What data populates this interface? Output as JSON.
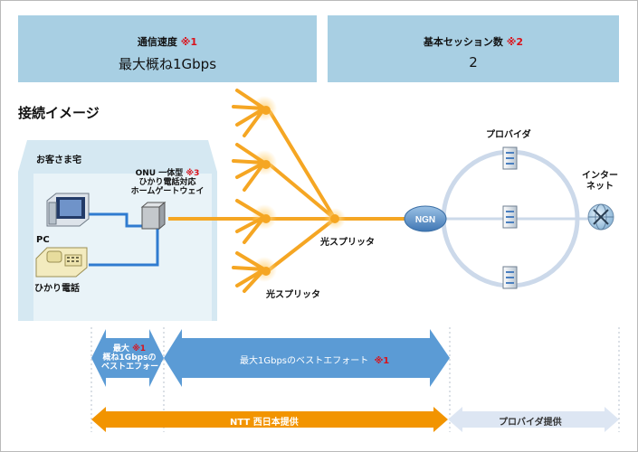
{
  "speed_box": {
    "label": "通信速度",
    "mark": "※1",
    "value": "最大概ね1Gbps"
  },
  "session_box": {
    "label": "基本セッション数",
    "mark": "※2",
    "value": "2"
  },
  "title": "接続イメージ",
  "home": {
    "label": "お客さま宅"
  },
  "onu": {
    "line1": "ONU 一体型",
    "mark": "※3",
    "line2": "ひかり電話対応",
    "line3": "ホームゲートウェイ"
  },
  "devices": {
    "pc": "PC",
    "phone": "ひかり電話"
  },
  "splitters": {
    "center": "光スプリッタ",
    "bottom": "光スプリッタ"
  },
  "ngn": "NGN",
  "provider": "プロバイダ",
  "internet": [
    "インター",
    "ネット"
  ],
  "arrows": {
    "small": [
      "最大",
      "概ね1Gbpsの",
      "ベストエフォート"
    ],
    "small_mark": "※1",
    "main": "最大1Gbpsのベストエフォート",
    "main_mark": "※1",
    "ntt": "NTT 西日本提供",
    "provider": "プロバイダ提供"
  },
  "colors": {
    "box": "#a8cfe3",
    "fiber": "#f5a623",
    "ntt_arrow": "#f29400",
    "speed_arrow": "#5b9bd5",
    "ring": "#ccd9ea"
  }
}
